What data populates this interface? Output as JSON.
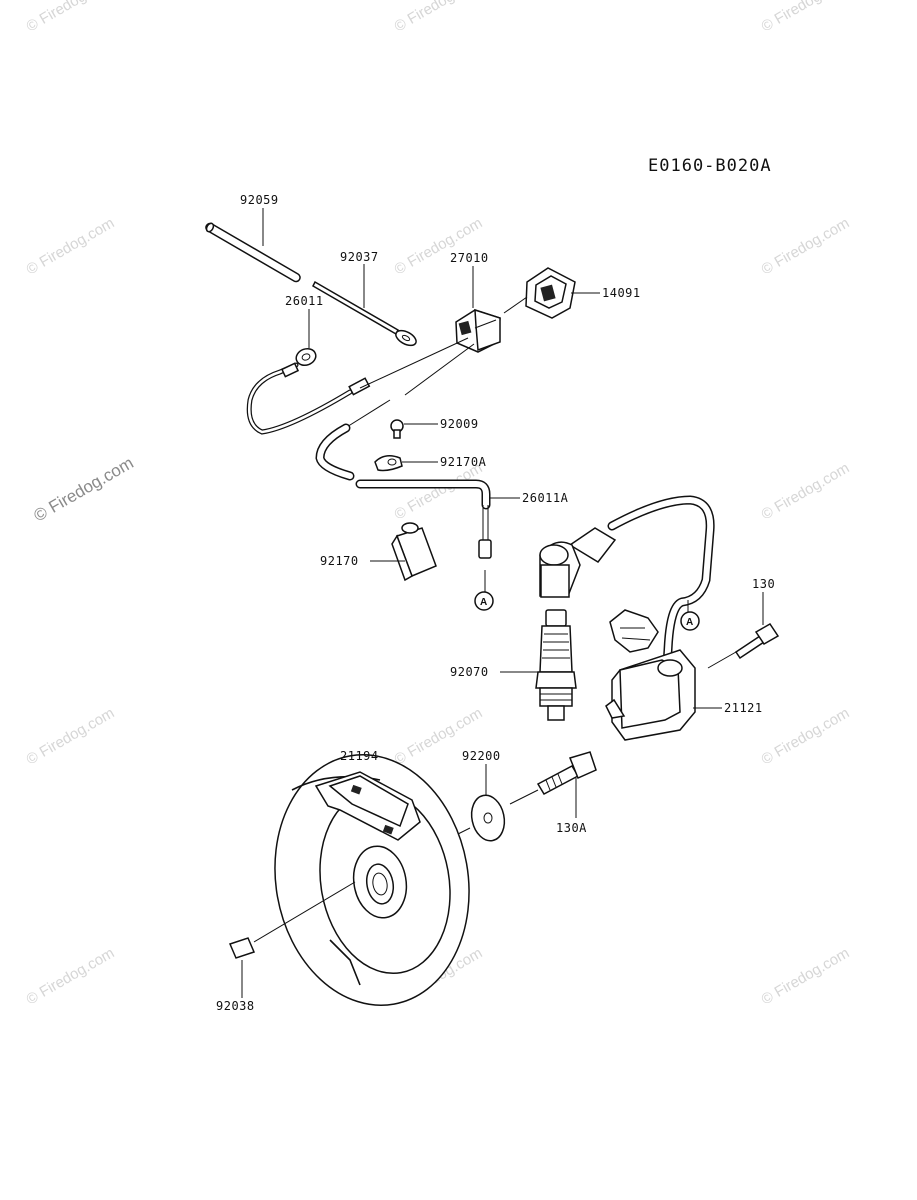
{
  "diagram_code": "E0160-B020A",
  "watermark": "© Firedog.com",
  "parts": {
    "p92059": "92059",
    "p92037": "92037",
    "p27010": "27010",
    "p14091": "14091",
    "p26011": "26011",
    "p92009": "92009",
    "p92170A": "92170A",
    "p26011A": "26011A",
    "p92170": "92170",
    "p130": "130",
    "p92070": "92070",
    "p21121": "21121",
    "p21194": "21194",
    "p92200": "92200",
    "p130A": "130A",
    "p92038": "92038"
  },
  "ref_marker": "A"
}
